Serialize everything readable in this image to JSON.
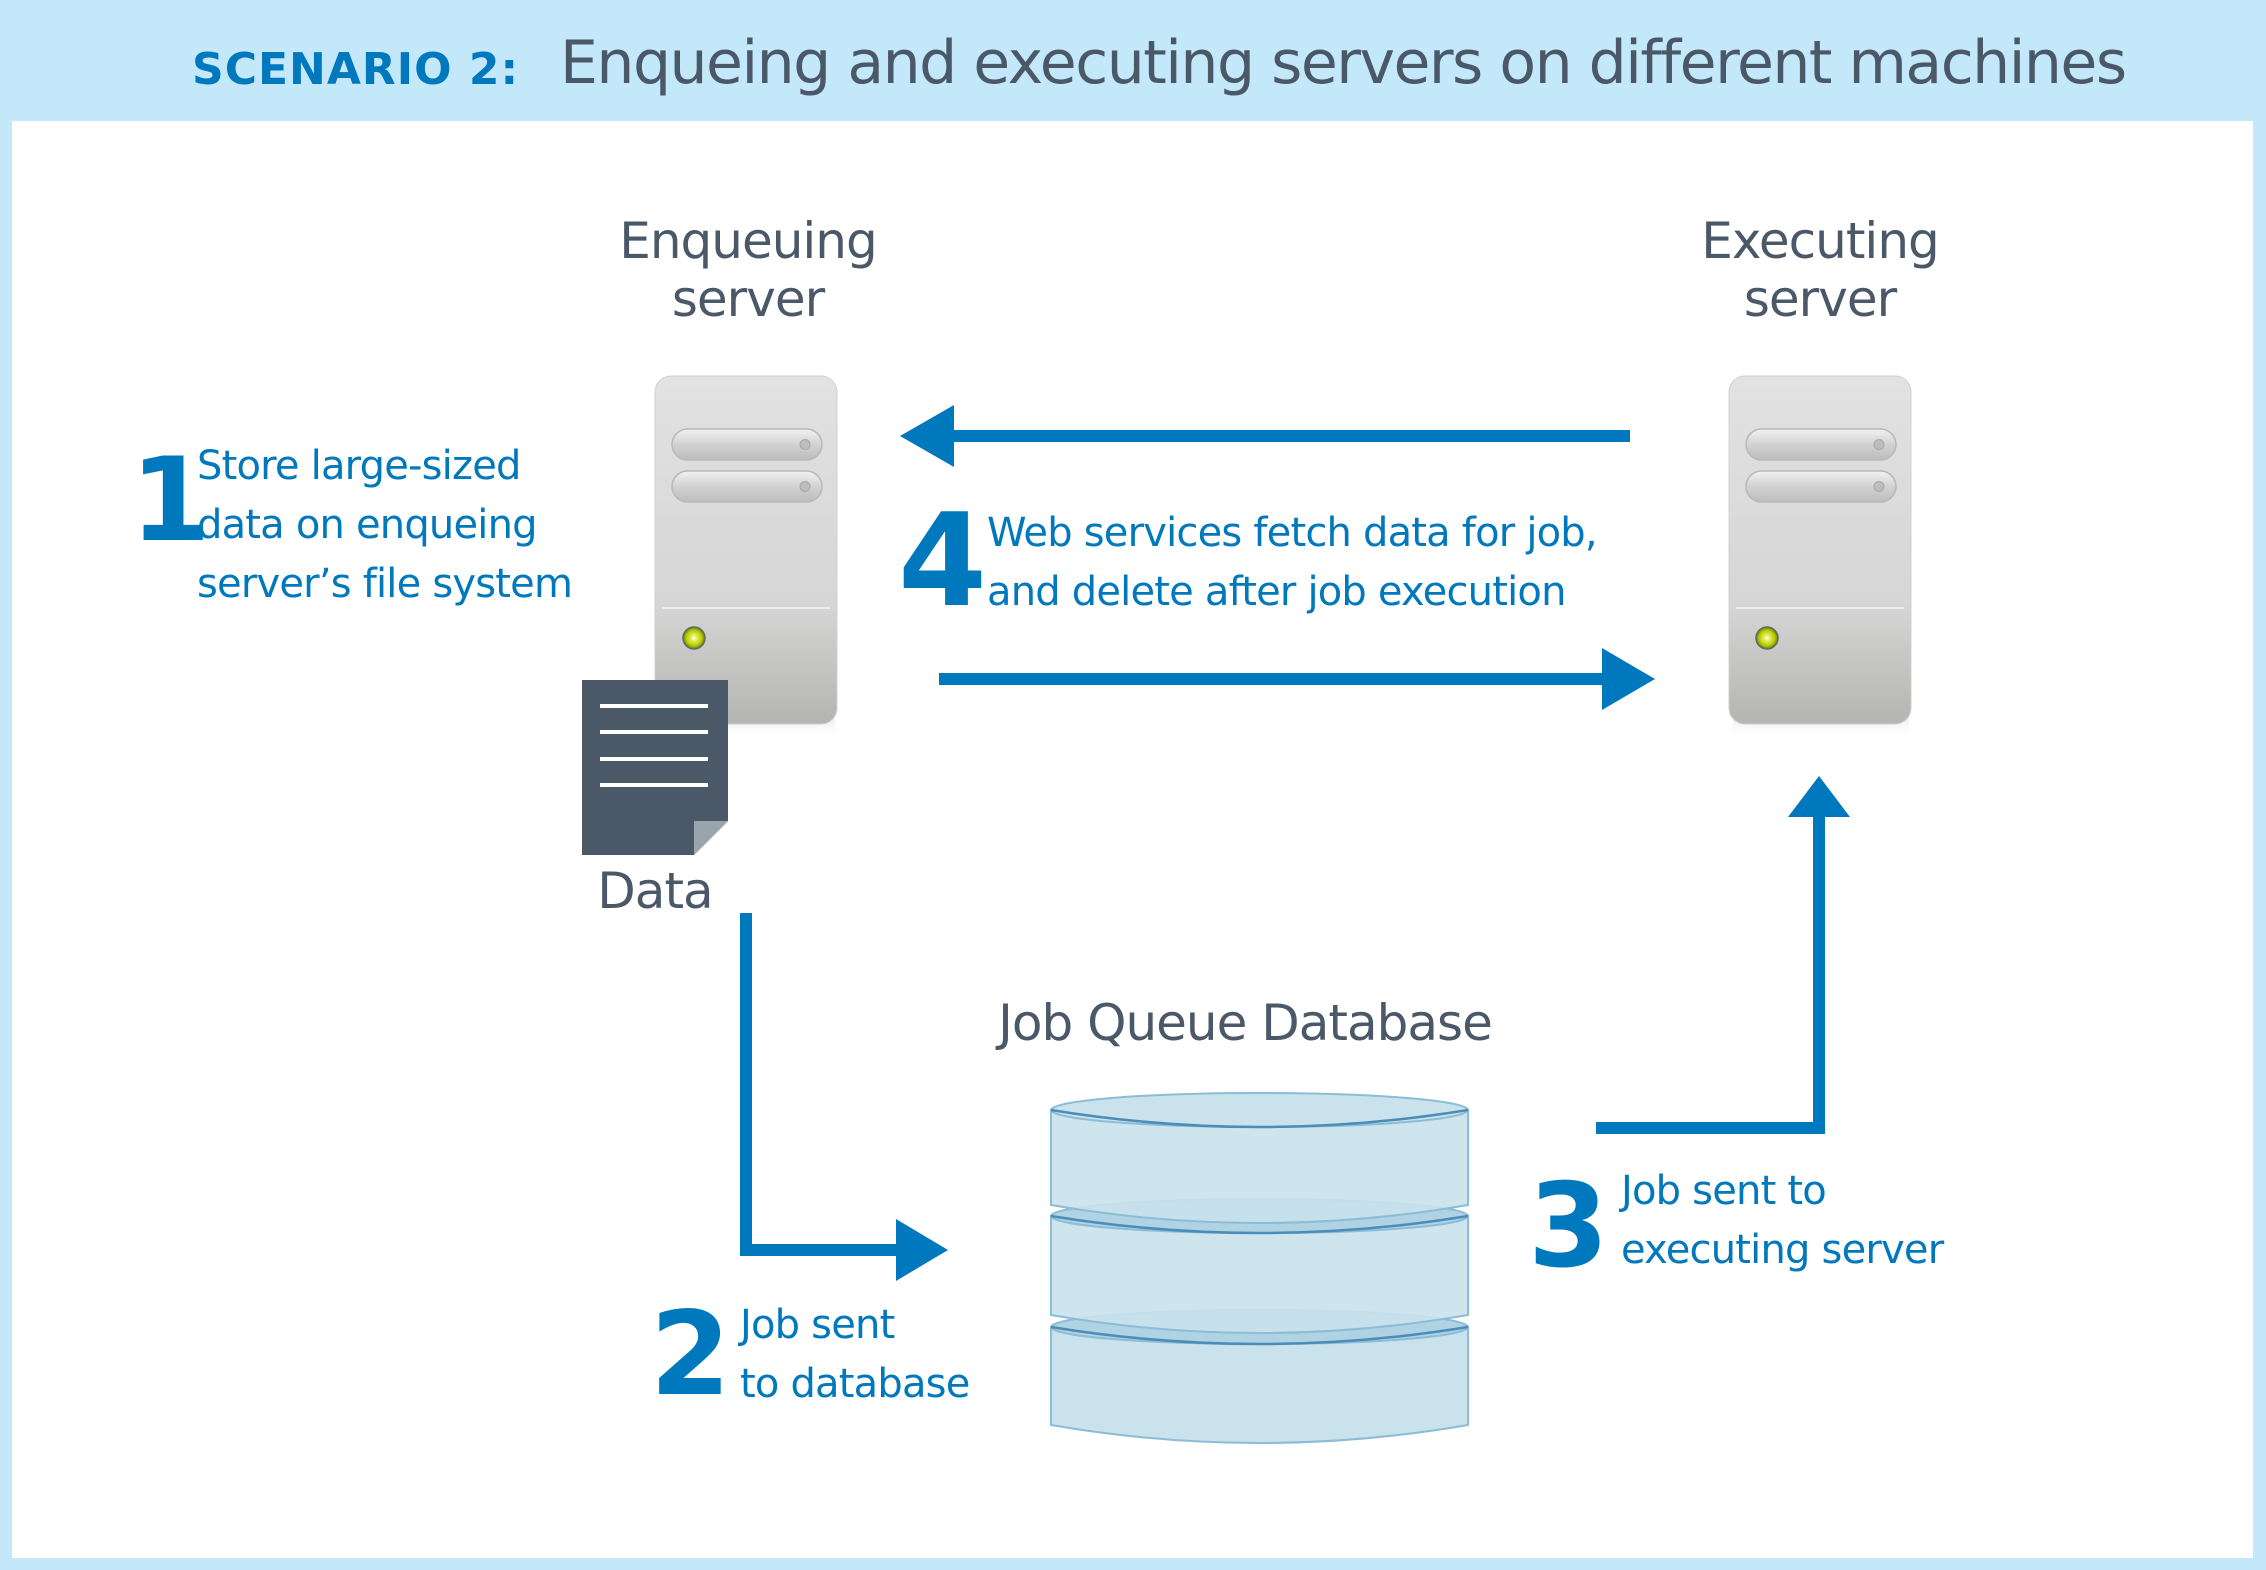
{
  "header": {
    "tag": "SCENARIO 2:",
    "title": "Enqueing and executing servers on different machines"
  },
  "nodes": {
    "enqueuing_server": {
      "line1": "Enqueuing",
      "line2": "server",
      "icon": "server-icon"
    },
    "executing_server": {
      "line1": "Executing",
      "line2": "server",
      "icon": "server-icon"
    },
    "data": {
      "label": "Data",
      "icon": "document-icon"
    },
    "database": {
      "label": "Job Queue Database",
      "icon": "database-icon"
    }
  },
  "steps": [
    {
      "number": "1",
      "lines": [
        "Store large-sized",
        "data on enqueing",
        "server’s file system"
      ]
    },
    {
      "number": "2",
      "lines": [
        "Job sent",
        "to database"
      ]
    },
    {
      "number": "3",
      "lines": [
        "Job sent to",
        "executing server"
      ]
    },
    {
      "number": "4",
      "lines": [
        "Web services fetch data for job,",
        "and delete after job execution"
      ]
    }
  ],
  "colors": {
    "accent": "#0078bd",
    "text_dark": "#4a5868",
    "header_bg": "#c3e8f9",
    "database_fill": "#c9e2ec",
    "database_stroke": "#5a9cc4",
    "led": "#c8e000"
  }
}
